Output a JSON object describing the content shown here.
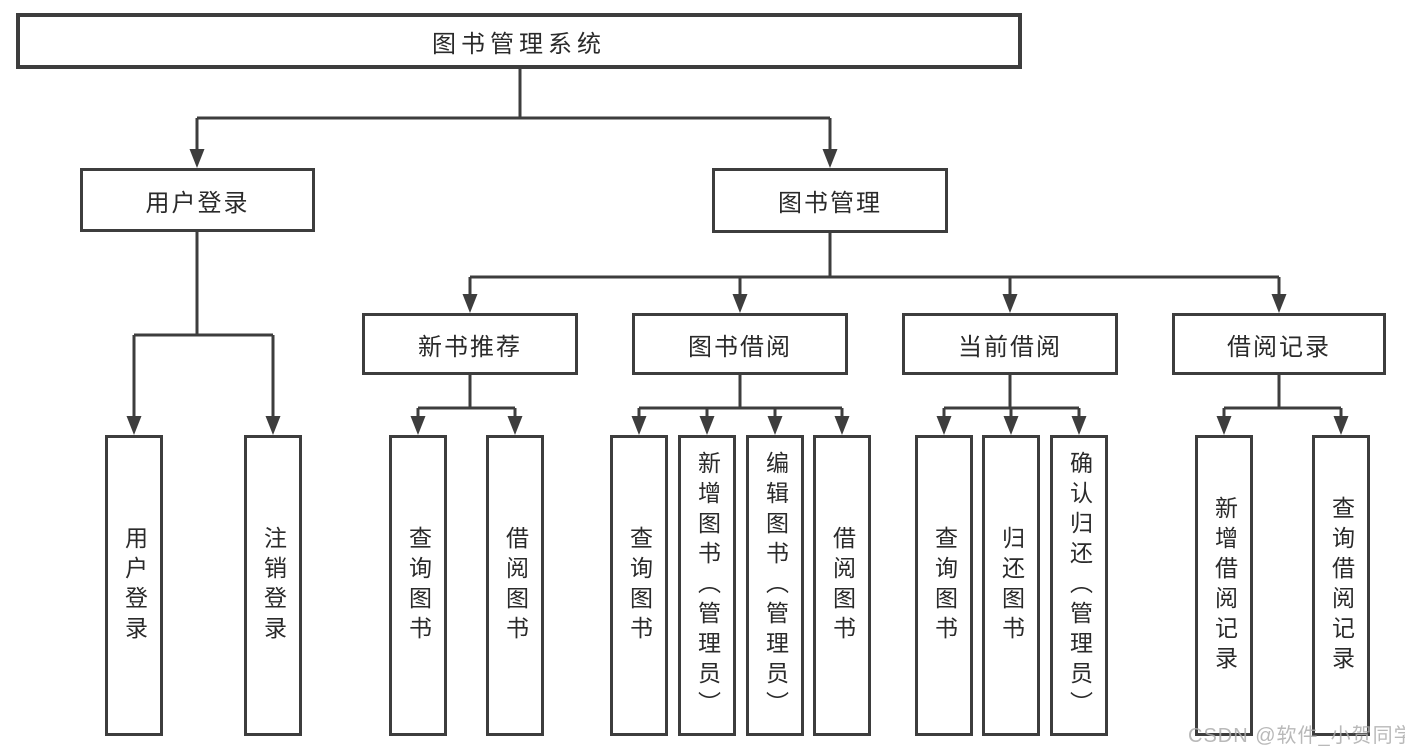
{
  "diagram_title": "图书管理系统",
  "nodes": {
    "root": {
      "label": "图书管理系统"
    },
    "level2": [
      {
        "label": "用户登录",
        "parent": "图书管理系统"
      },
      {
        "label": "图书管理",
        "parent": "图书管理系统"
      }
    ],
    "level3": [
      {
        "label": "新书推荐",
        "parent": "图书管理"
      },
      {
        "label": "图书借阅",
        "parent": "图书管理"
      },
      {
        "label": "当前借阅",
        "parent": "图书管理"
      },
      {
        "label": "借阅记录",
        "parent": "图书管理"
      }
    ],
    "leaves": [
      {
        "label": "用户登录",
        "parent": "用户登录"
      },
      {
        "label": "注销登录",
        "parent": "用户登录"
      },
      {
        "label": "查询图书",
        "parent": "新书推荐"
      },
      {
        "label": "借阅图书",
        "parent": "新书推荐"
      },
      {
        "label": "查询图书",
        "parent": "图书借阅"
      },
      {
        "label": "新增图书（管理员）",
        "parent": "图书借阅"
      },
      {
        "label": "编辑图书（管理员）",
        "parent": "图书借阅"
      },
      {
        "label": "借阅图书",
        "parent": "图书借阅"
      },
      {
        "label": "查询图书",
        "parent": "当前借阅"
      },
      {
        "label": "归还图书",
        "parent": "当前借阅"
      },
      {
        "label": "确认归还（管理员）",
        "parent": "当前借阅"
      },
      {
        "label": "新增借阅记录",
        "parent": "借阅记录"
      },
      {
        "label": "查询借阅记录",
        "parent": "借阅记录"
      }
    ]
  },
  "watermark": "CSDN @软件_小贺同学",
  "colors": {
    "line": "#3d3d3d",
    "text": "#2a2a2a",
    "watermark": "#adadad",
    "background": "#ffffff"
  }
}
